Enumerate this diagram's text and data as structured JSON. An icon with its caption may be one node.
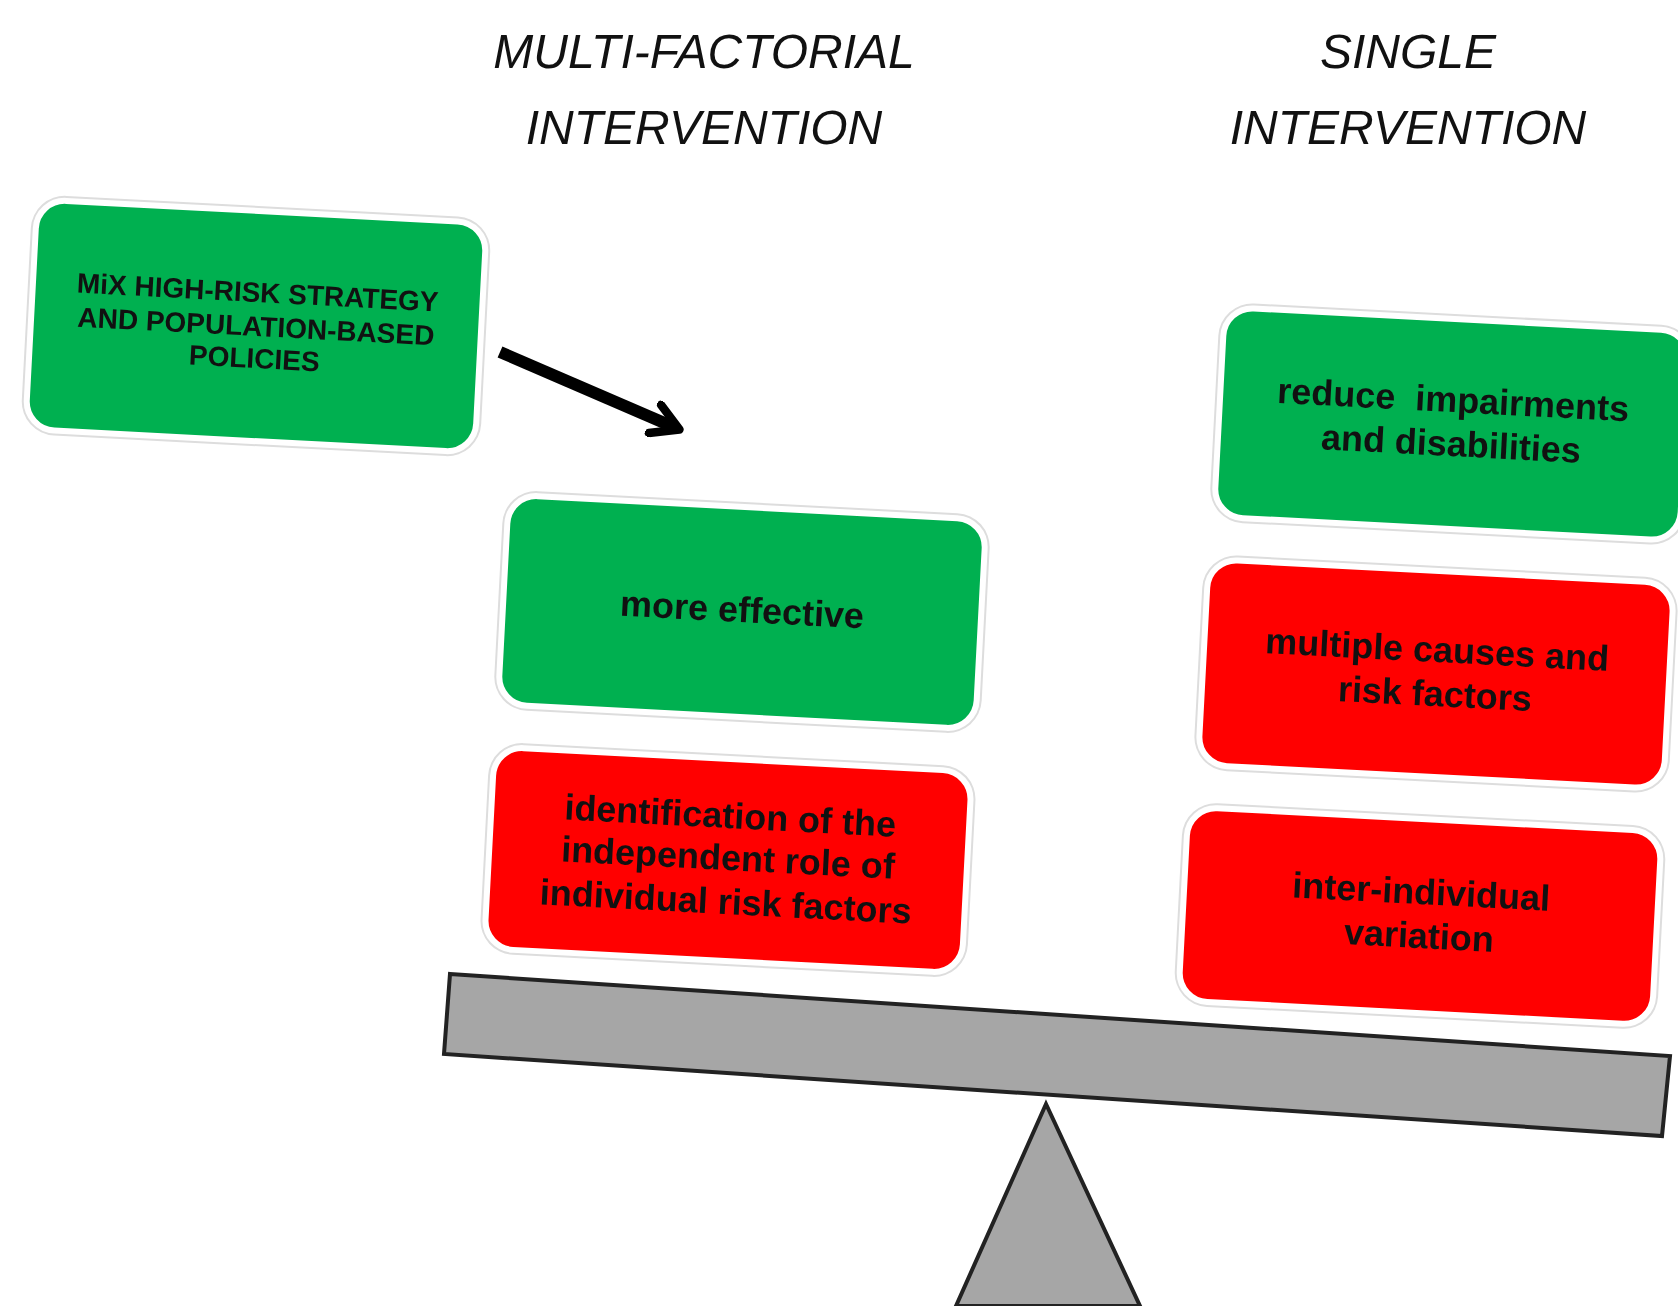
{
  "diagram": {
    "nodes": [
      {
        "text": [
          "MiX HIGH-RISK STRATEGY AND POPULATION-BASED POLICIES"
        ]
      },
      {
        "text": [
          "more effective"
        ]
      },
      {
        "text": [
          "identification of the independent role of individual risk factors"
        ]
      },
      {
        "text": [
          "reduce  impairments and disabilities"
        ]
      },
      {
        "text": [
          "multiple causes and risk factors"
        ]
      },
      {
        "text": [
          "inter-individual variation"
        ]
      }
    ],
    "edges": [
      {
        "from": 0,
        "to": 1,
        "arrow": "to"
      }
    ],
    "labels": [
      "MULTI-FACTORIAL INTERVENTION",
      "SINGLE INTERVENTION"
    ]
  }
}
